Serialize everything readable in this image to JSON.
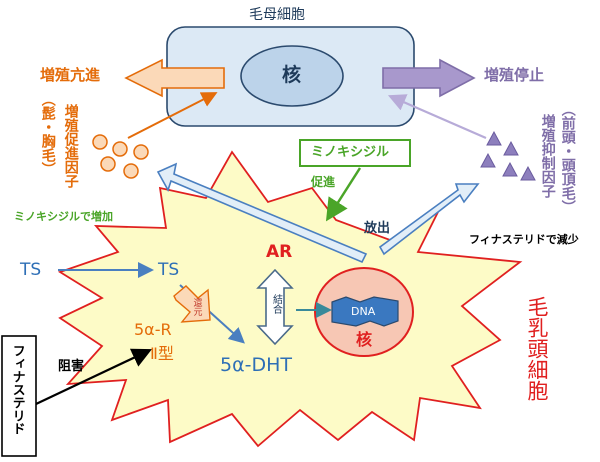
{
  "hair_matrix_cell": {
    "label": "毛母細胞",
    "nucleus_label": "核"
  },
  "growth_arrows": {
    "left_label": "増殖亢進",
    "right_label": "増殖停止"
  },
  "promoting_factor": {
    "title": "増殖促進因子",
    "sub": "（髭・胸毛）"
  },
  "inhibiting_factor": {
    "title": "増殖抑制因子",
    "sub": "（前頭・頭頂毛）"
  },
  "minoxidil_box": {
    "label": "ミノキシジル",
    "promote": "促進"
  },
  "notes": {
    "minoxidil_increase": "ミノキシジルで増加",
    "release": "放出",
    "finasteride_decrease": "フィナステリドで減少"
  },
  "dermal_papilla": {
    "label": "毛乳頭細胞",
    "ts_outside": "TS",
    "ts_inside": "TS",
    "ar": "AR",
    "binding": "結合",
    "dna": "DNA",
    "nucleus_label": "核",
    "reduction": "還元",
    "enzyme_line1": "5α-R",
    "enzyme_line2": "Ⅱ型",
    "dht": "5α-DHT"
  },
  "finasteride": {
    "label": "フィナステリド",
    "inhibit": "阻害"
  },
  "colors": {
    "matrix_cell_fill": "#dce9f5",
    "nucleus_fill": "#bcd3ea",
    "orange": "#e46c0a",
    "purple": "#7f6ea8",
    "green": "#4aa528",
    "papilla_fill": "#fdfbc7",
    "red": "#e02020",
    "blue": "#2e6fb6",
    "black": "#000000"
  }
}
